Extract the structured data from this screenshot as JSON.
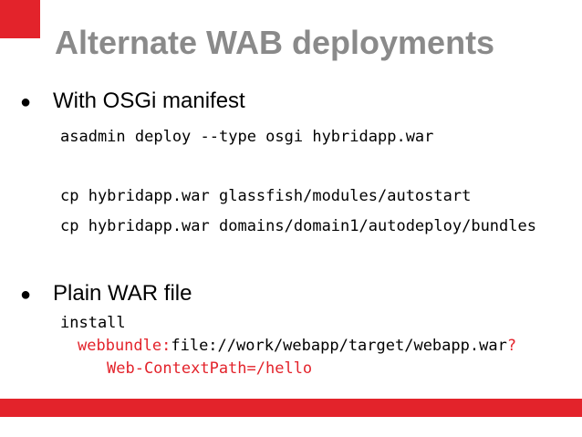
{
  "colors": {
    "accent": "#e3232b",
    "title": "#8a8a8a"
  },
  "title": "Alternate WAB deployments",
  "bullets": [
    {
      "text": "With OSGi manifest",
      "marker": "●"
    },
    {
      "text": "Plain WAR file",
      "marker": "●"
    }
  ],
  "code": {
    "deploy": "asadmin deploy --type osgi hybridapp.war",
    "cp_autostart": "cp hybridapp.war glassfish/modules/autostart",
    "cp_bundles": "cp hybridapp.war domains/domain1/autodeploy/bundles",
    "install": "install",
    "url_scheme": "webbundle:",
    "url_path": "file://work/webapp/target/webapp.war",
    "url_query": "?",
    "context_path": "Web-ContextPath=/hello"
  }
}
